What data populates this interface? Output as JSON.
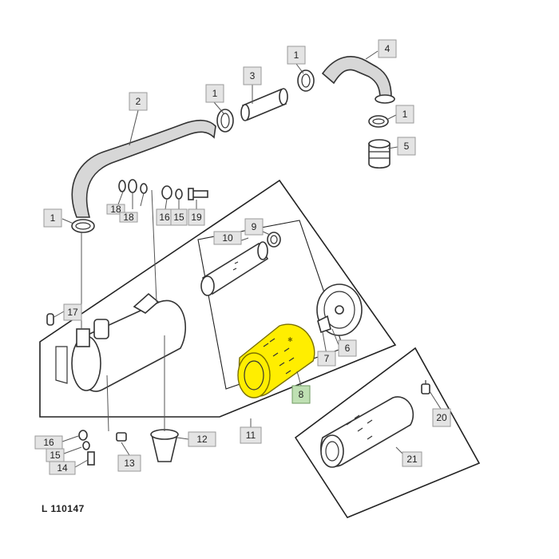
{
  "figure_ref": "L 110147",
  "highlight_color": "#ffee00",
  "callouts": [
    {
      "label": "1"
    },
    {
      "label": "1"
    },
    {
      "label": "1"
    },
    {
      "label": "1"
    },
    {
      "label": "2"
    },
    {
      "label": "3"
    },
    {
      "label": "4"
    },
    {
      "label": "5"
    },
    {
      "label": "18"
    },
    {
      "label": "18"
    },
    {
      "label": "16"
    },
    {
      "label": "15"
    },
    {
      "label": "19"
    },
    {
      "label": "9"
    },
    {
      "label": "10"
    },
    {
      "label": "17"
    },
    {
      "label": "6"
    },
    {
      "label": "7"
    },
    {
      "label": "8",
      "highlighted": true
    },
    {
      "label": "11"
    },
    {
      "label": "12"
    },
    {
      "label": "13"
    },
    {
      "label": "16"
    },
    {
      "label": "15"
    },
    {
      "label": "14"
    },
    {
      "label": "20"
    },
    {
      "label": "21"
    }
  ]
}
